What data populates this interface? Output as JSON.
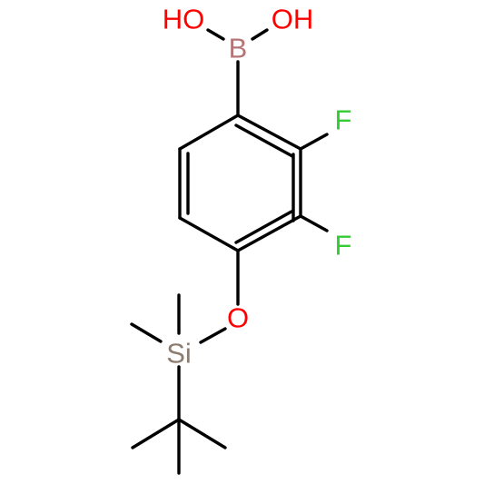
{
  "molecule": {
    "atoms": {
      "hydroxyl_left": {
        "label": "HO",
        "color": "#ff0000"
      },
      "hydroxyl_right": {
        "label": "OH",
        "color": "#ff0000"
      },
      "boron": {
        "label": "B",
        "color": "#b57575"
      },
      "fluorine_upper": {
        "label": "F",
        "color": "#33cc33"
      },
      "fluorine_lower": {
        "label": "F",
        "color": "#33cc33"
      },
      "ether_oxygen": {
        "label": "O",
        "color": "#ff0000"
      },
      "silicon": {
        "label": "Si",
        "color": "#8c7b6e"
      }
    },
    "bond_color": "#000000"
  }
}
